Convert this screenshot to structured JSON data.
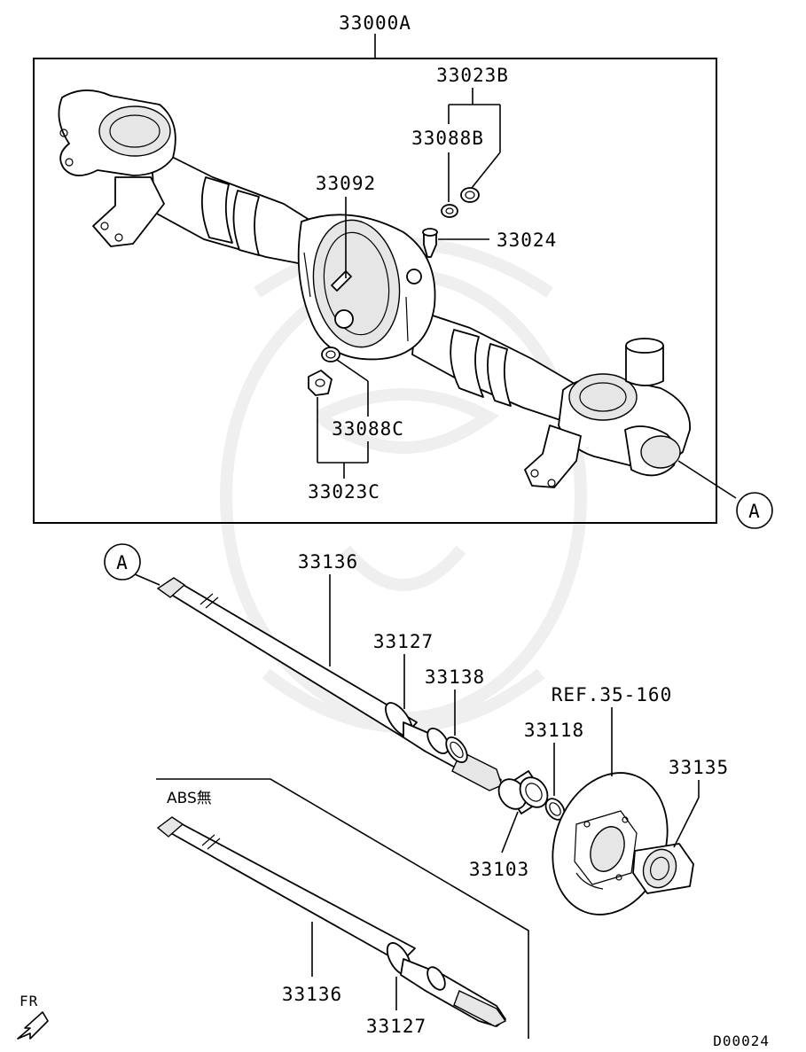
{
  "assembly_label": "33000A",
  "callouts": {
    "gasket_plug_top": "33023B",
    "gasket_top": "33088B",
    "breather_plug": "33092",
    "vent_plug": "33024",
    "gasket_bottom": "33088C",
    "drain_plug_bottom": "33023C",
    "axle_shaft_upper": "33136",
    "retainer_upper": "33127",
    "bearing_retainer_ring": "33138",
    "reference_brake": "REF.35-160",
    "oil_seal": "33118",
    "bearing_housing": "33135",
    "axle_bearing": "33103",
    "axle_shaft_lower": "33136",
    "retainer_lower": "33127"
  },
  "variant_label": "ABS無",
  "connector_marker": "A",
  "direction_label": "FR",
  "diagram_code": "D00024"
}
